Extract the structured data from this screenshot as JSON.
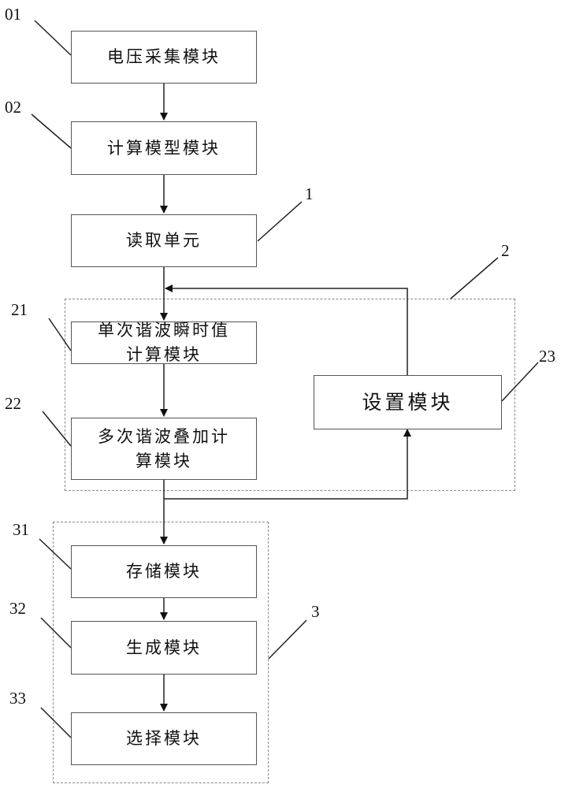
{
  "modules": {
    "voltage_acquisition": {
      "ref": "01",
      "label": "电压采集模块"
    },
    "calc_model": {
      "ref": "02",
      "label": "计算模型模块"
    },
    "reading_unit": {
      "ref": "1",
      "label": "读取单元"
    },
    "group_2": {
      "ref": "2"
    },
    "single_harmonic": {
      "ref": "21",
      "line1": "单次谐波瞬时值",
      "line2": "计算模块"
    },
    "multi_harmonic": {
      "ref": "22",
      "line1": "多次谐波叠加计",
      "line2": "算模块"
    },
    "setting": {
      "ref": "23",
      "label": "设置模块"
    },
    "group_3": {
      "ref": "3"
    },
    "storage": {
      "ref": "31",
      "label": "存储模块"
    },
    "generation": {
      "ref": "32",
      "label": "生成模块"
    },
    "selection": {
      "ref": "33",
      "label": "选择模块"
    }
  }
}
